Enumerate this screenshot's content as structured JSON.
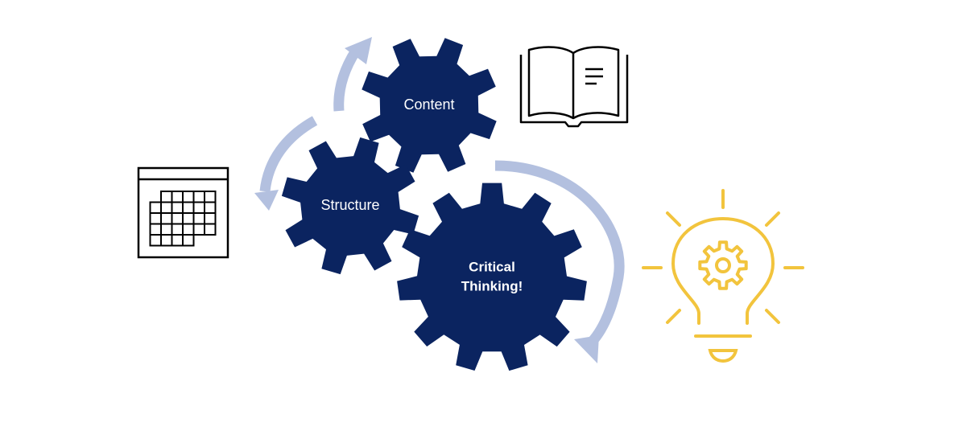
{
  "diagram": {
    "gears": [
      {
        "id": "content",
        "label": "Content"
      },
      {
        "id": "structure",
        "label": "Structure"
      },
      {
        "id": "critical",
        "label_lines": [
          "Critical",
          "Thinking!"
        ]
      }
    ],
    "icons": [
      "book-icon",
      "calendar-icon",
      "lightbulb-icon",
      "gear-icon"
    ]
  },
  "colors": {
    "gear": "#0b2460",
    "arrow": "#b3c0df",
    "bulb": "#f2c43d",
    "line_icon": "#000000"
  }
}
